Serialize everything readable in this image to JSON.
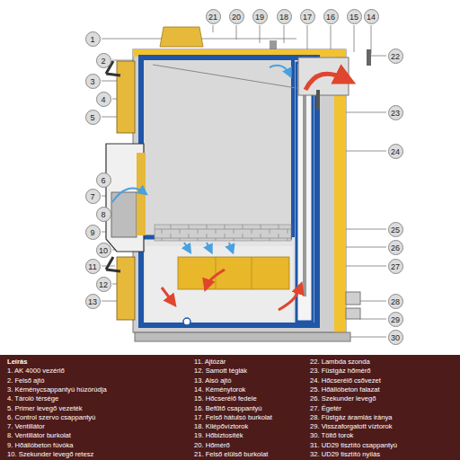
{
  "diagram": {
    "title": "Leírás",
    "labels": [
      "1",
      "2",
      "3",
      "4",
      "5",
      "6",
      "7",
      "8",
      "9",
      "10",
      "11",
      "12",
      "13",
      "14",
      "15",
      "16",
      "17",
      "18",
      "19",
      "20",
      "21",
      "22",
      "23",
      "24",
      "25",
      "26",
      "27",
      "28",
      "29",
      "30",
      "1. AK 4000 vezérlő",
      "2. Felső ajtó",
      "3. Kéménycsappantyú húzórúdja",
      "4. Tároló térsége",
      "5. Primer levegő vezeték",
      "6. Control szervo csappantyú",
      "7. Ventillátor",
      "8. Ventillátor burkolat",
      "9. Hőállóbeton fúvóka",
      "10. Szekunder levegő retesz",
      "11. Ajtózár",
      "12. Samott téglák",
      "13. Alsó ajtó",
      "14. Kéménytorok",
      "15. Hőcserélő fedele",
      "16. Befűtő csappantyú",
      "17. Felső hátulsó burkolat",
      "18. Kilépővíztorok",
      "19. Hőbiztosíték",
      "20. Hőmérő",
      "21. Felső elülső burkolat",
      "22. Lambda szonda",
      "23. Füstgáz hőmérő",
      "24. Hőcserélő csővezet",
      "25. Hőállóbeton falazat",
      "26. Szekunder levegő",
      "27. Égetér",
      "28. Füstgáz áramlás iránya",
      "29. Visszaforgatott víztorok",
      "30. Töltő torok",
      "31. UD29 tisztító csappantyú",
      "32. UD29 tisztító nyílás"
    ]
  }
}
